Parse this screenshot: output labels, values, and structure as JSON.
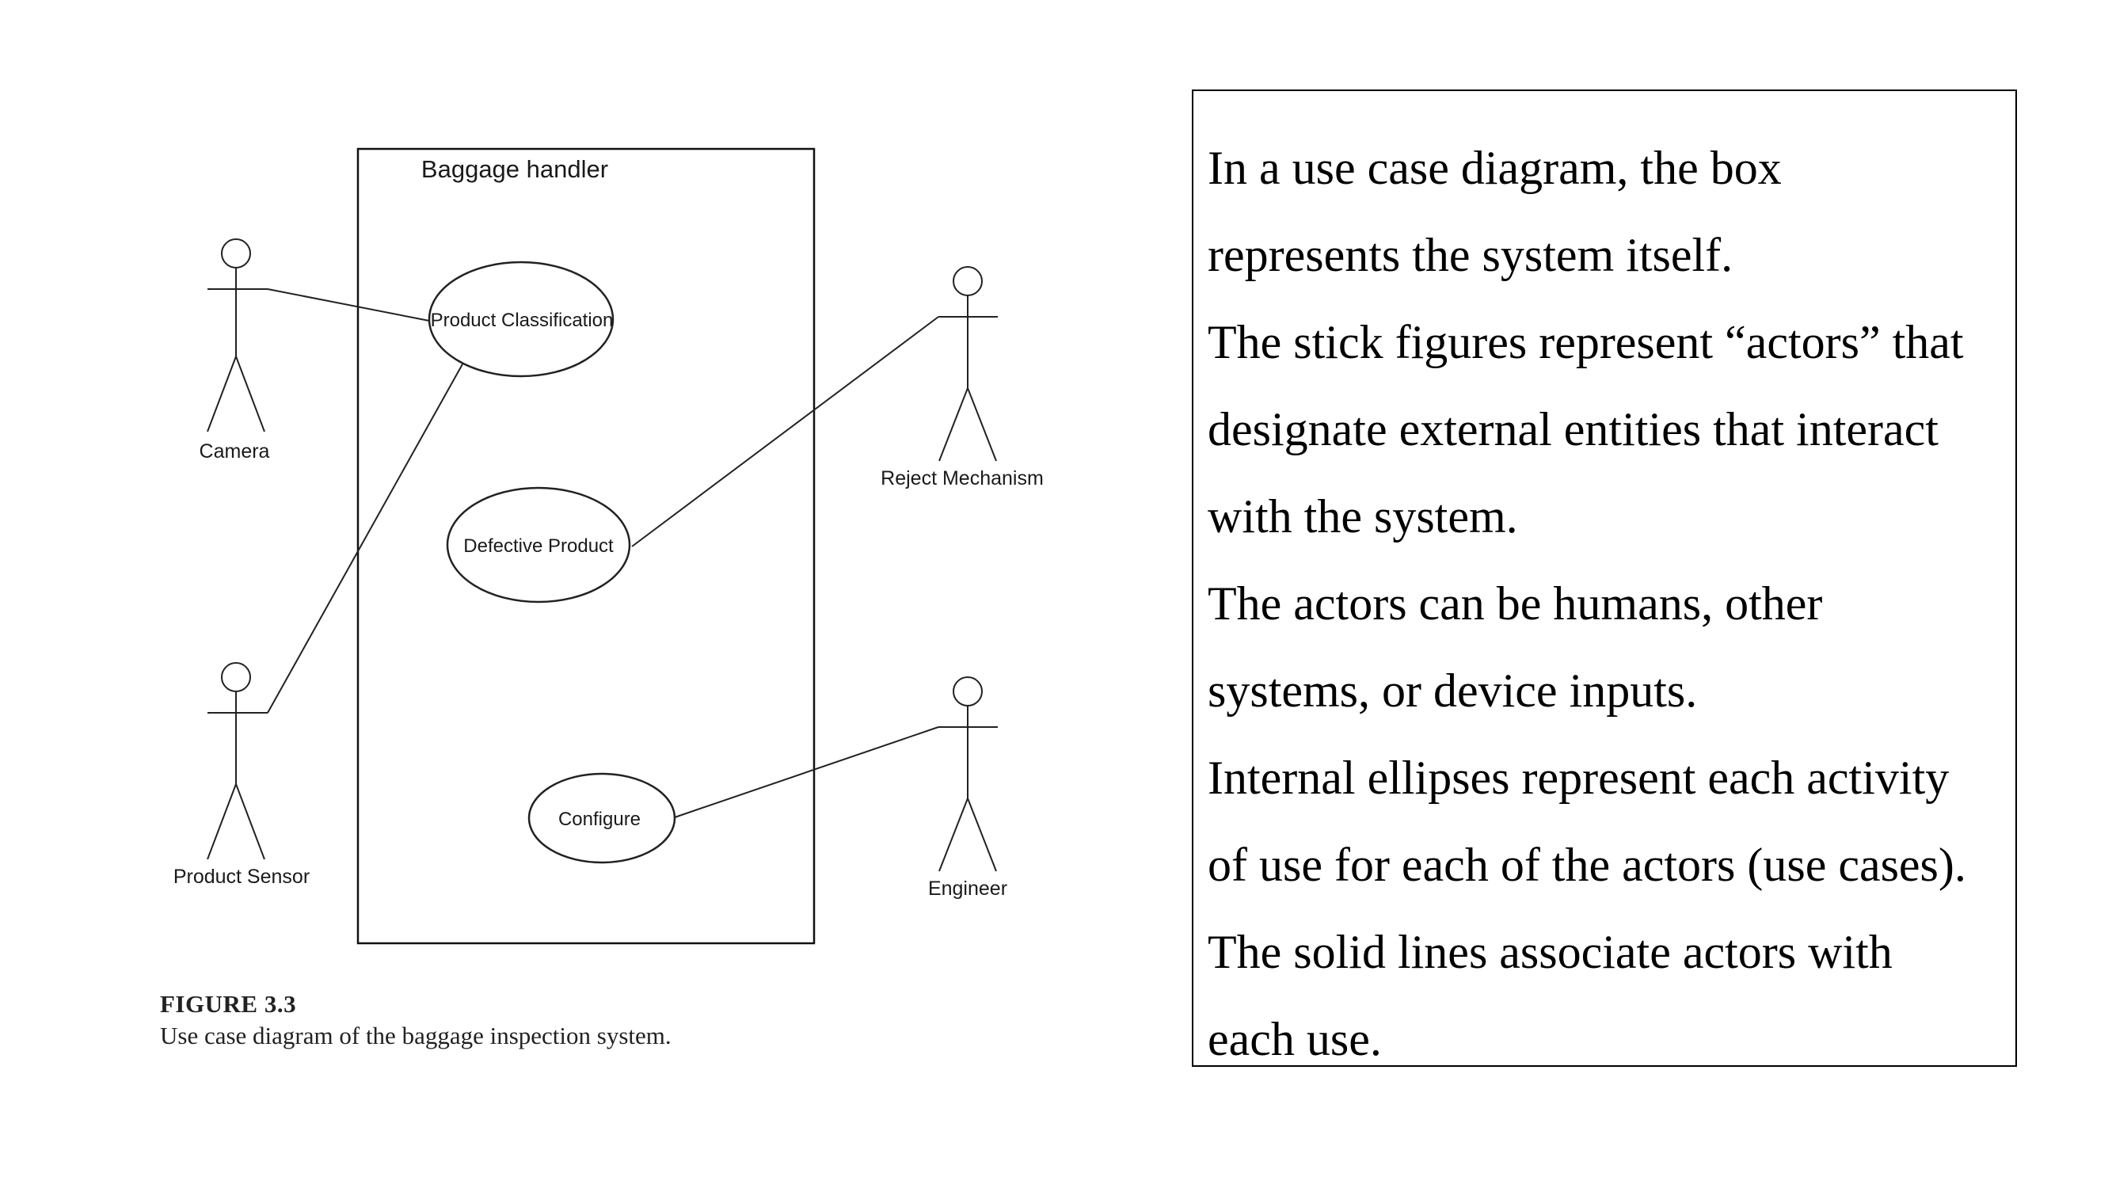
{
  "diagram": {
    "system_title": "Baggage handler",
    "actors": {
      "camera": "Camera",
      "product_sensor": "Product Sensor",
      "reject_mechanism": "Reject Mechanism",
      "engineer": "Engineer"
    },
    "use_cases": {
      "product_classification": "Product Classification",
      "defective_product": "Defective Product",
      "configure": "Configure"
    },
    "associations": [
      {
        "actor": "Camera",
        "use_case": "Product Classification"
      },
      {
        "actor": "Product Sensor",
        "use_case": "Product Classification"
      },
      {
        "actor": "Reject Mechanism",
        "use_case": "Defective Product"
      },
      {
        "actor": "Engineer",
        "use_case": "Configure"
      }
    ]
  },
  "figure": {
    "label": "FIGURE 3.3",
    "caption": "Use case diagram of the baggage inspection system."
  },
  "explanation": {
    "lines": [
      "In a use case diagram, the box",
      "represents the system itself.",
      "The stick figures represent “actors” that",
      "designate external entities that interact",
      "with the system.",
      "The actors can be humans, other",
      "systems, or device inputs.",
      "Internal ellipses represent each activity",
      "of use for each of the actors (use cases).",
      "The solid lines associate actors with",
      "each use."
    ]
  }
}
